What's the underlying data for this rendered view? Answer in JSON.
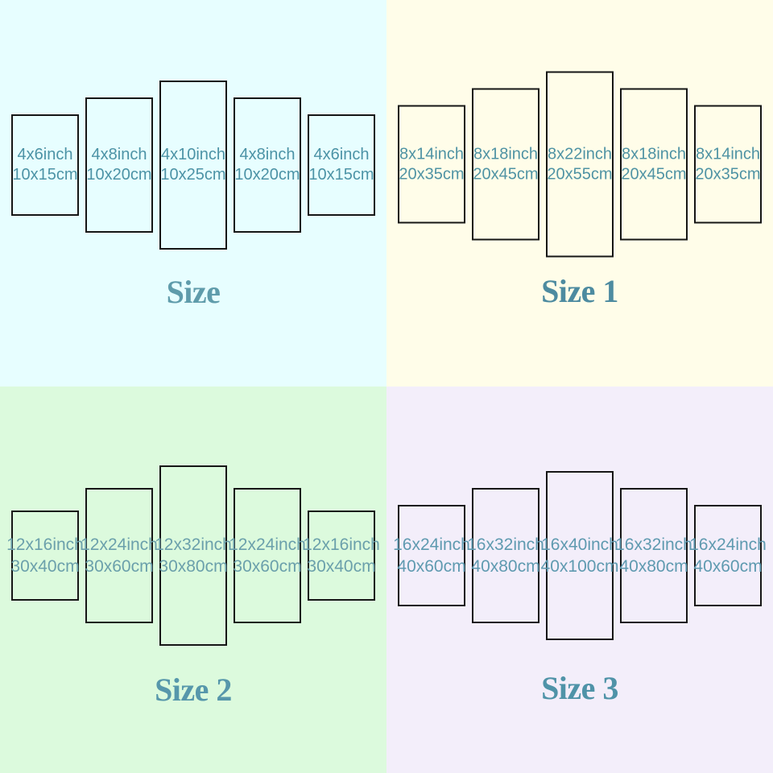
{
  "chart_data": {
    "type": "size-chart",
    "description_units": [
      "inch",
      "cm"
    ],
    "quadrants": [
      {
        "title": "Size",
        "background": "#e7feff",
        "panel_text_color": "#4c93a6",
        "title_color": "#5f9cab",
        "panels": [
          {
            "inch": "4x6inch",
            "cm": "10x15cm",
            "w_in": 4,
            "h_in": 6
          },
          {
            "inch": "4x8inch",
            "cm": "10x20cm",
            "w_in": 4,
            "h_in": 8
          },
          {
            "inch": "4x10inch",
            "cm": "10x25cm",
            "w_in": 4,
            "h_in": 10
          },
          {
            "inch": "4x8inch",
            "cm": "10x20cm",
            "w_in": 4,
            "h_in": 8
          },
          {
            "inch": "4x6inch",
            "cm": "10x15cm",
            "w_in": 4,
            "h_in": 6
          }
        ]
      },
      {
        "title": "Size 1",
        "background": "#fffde9",
        "panel_text_color": "#4f93a4",
        "title_color": "#4d8ba0",
        "panels": [
          {
            "inch": "8x14inch",
            "cm": "20x35cm",
            "w_in": 8,
            "h_in": 14
          },
          {
            "inch": "8x18inch",
            "cm": "20x45cm",
            "w_in": 8,
            "h_in": 18
          },
          {
            "inch": "8x22inch",
            "cm": "20x55cm",
            "w_in": 8,
            "h_in": 22
          },
          {
            "inch": "8x18inch",
            "cm": "20x45cm",
            "w_in": 8,
            "h_in": 18
          },
          {
            "inch": "8x14inch",
            "cm": "20x35cm",
            "w_in": 8,
            "h_in": 14
          }
        ]
      },
      {
        "title": "Size 2",
        "background": "#dcfadd",
        "panel_text_color": "#6ba0ab",
        "title_color": "#5697ab",
        "panels": [
          {
            "inch": "12x16inch",
            "cm": "30x40cm",
            "w_in": 12,
            "h_in": 16
          },
          {
            "inch": "12x24inch",
            "cm": "30x60cm",
            "w_in": 12,
            "h_in": 24
          },
          {
            "inch": "12x32inch",
            "cm": "30x80cm",
            "w_in": 12,
            "h_in": 32
          },
          {
            "inch": "12x24inch",
            "cm": "30x60cm",
            "w_in": 12,
            "h_in": 24
          },
          {
            "inch": "12x16inch",
            "cm": "30x40cm",
            "w_in": 12,
            "h_in": 16
          }
        ]
      },
      {
        "title": "Size 3",
        "background": "#f3eefa",
        "panel_text_color": "#5f9ab0",
        "title_color": "#4f93a8",
        "panels": [
          {
            "inch": "16x24inch",
            "cm": "40x60cm",
            "w_in": 16,
            "h_in": 24
          },
          {
            "inch": "16x32inch",
            "cm": "40x80cm",
            "w_in": 16,
            "h_in": 32
          },
          {
            "inch": "16x40inch",
            "cm": "40x100cm",
            "w_in": 16,
            "h_in": 40
          },
          {
            "inch": "16x32inch",
            "cm": "40x80cm",
            "w_in": 16,
            "h_in": 32
          },
          {
            "inch": "16x24inch",
            "cm": "40x60cm",
            "w_in": 16,
            "h_in": 24
          }
        ]
      }
    ]
  }
}
